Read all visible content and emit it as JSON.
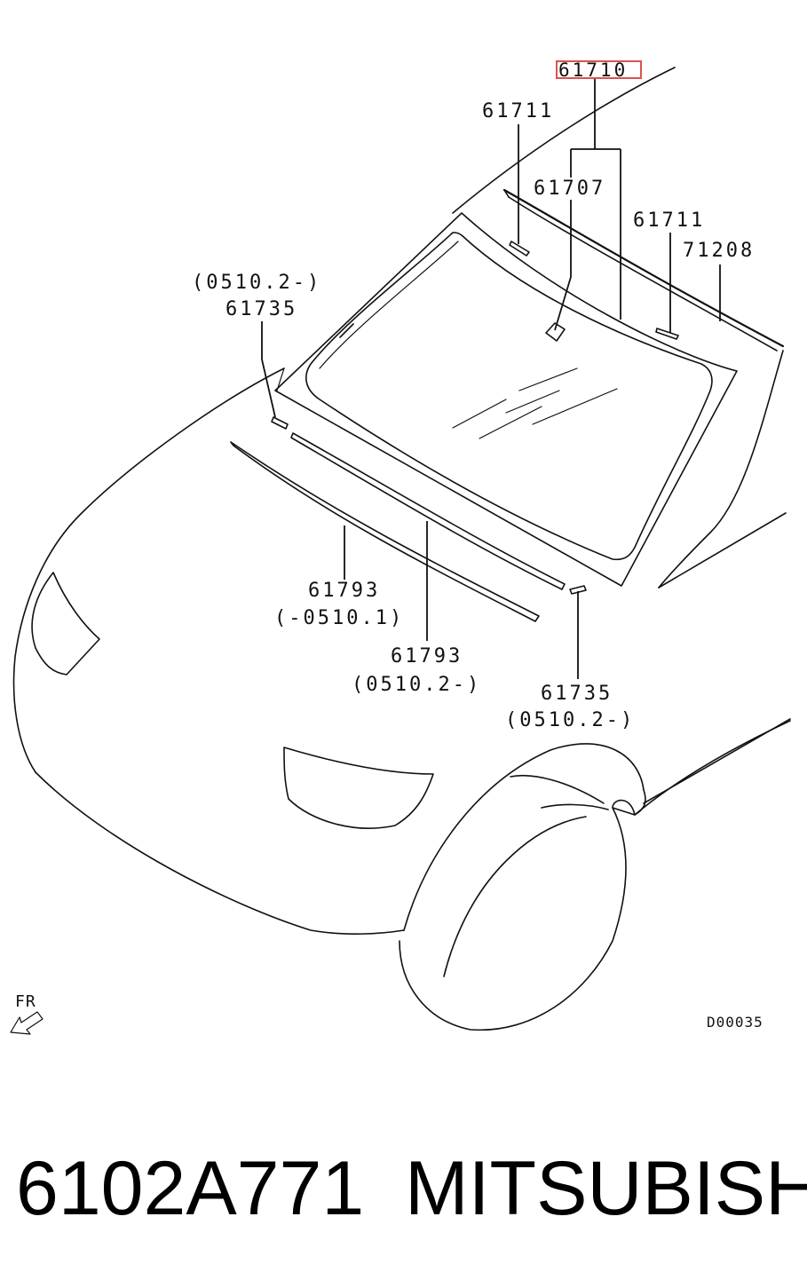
{
  "callouts": {
    "p61710": "61710",
    "p61711_left": "61711",
    "p61707": "61707",
    "p61711_right": "61711",
    "p71208": "71208",
    "p61735_top_date": "(0510.2-)",
    "p61735_top": "61735",
    "p61793_left": "61793",
    "p61793_left_date": "(-0510.1)",
    "p61793_mid": "61793",
    "p61793_mid_date": "(0510.2-)",
    "p61735_bottom": "61735",
    "p61735_bottom_date": "(0510.2-)"
  },
  "fr_label": "FR",
  "diagram_code": "D00035",
  "caption": {
    "part_number": "6102A771",
    "brand": "MITSUBISHI"
  },
  "highlight_color": "#d9534f"
}
